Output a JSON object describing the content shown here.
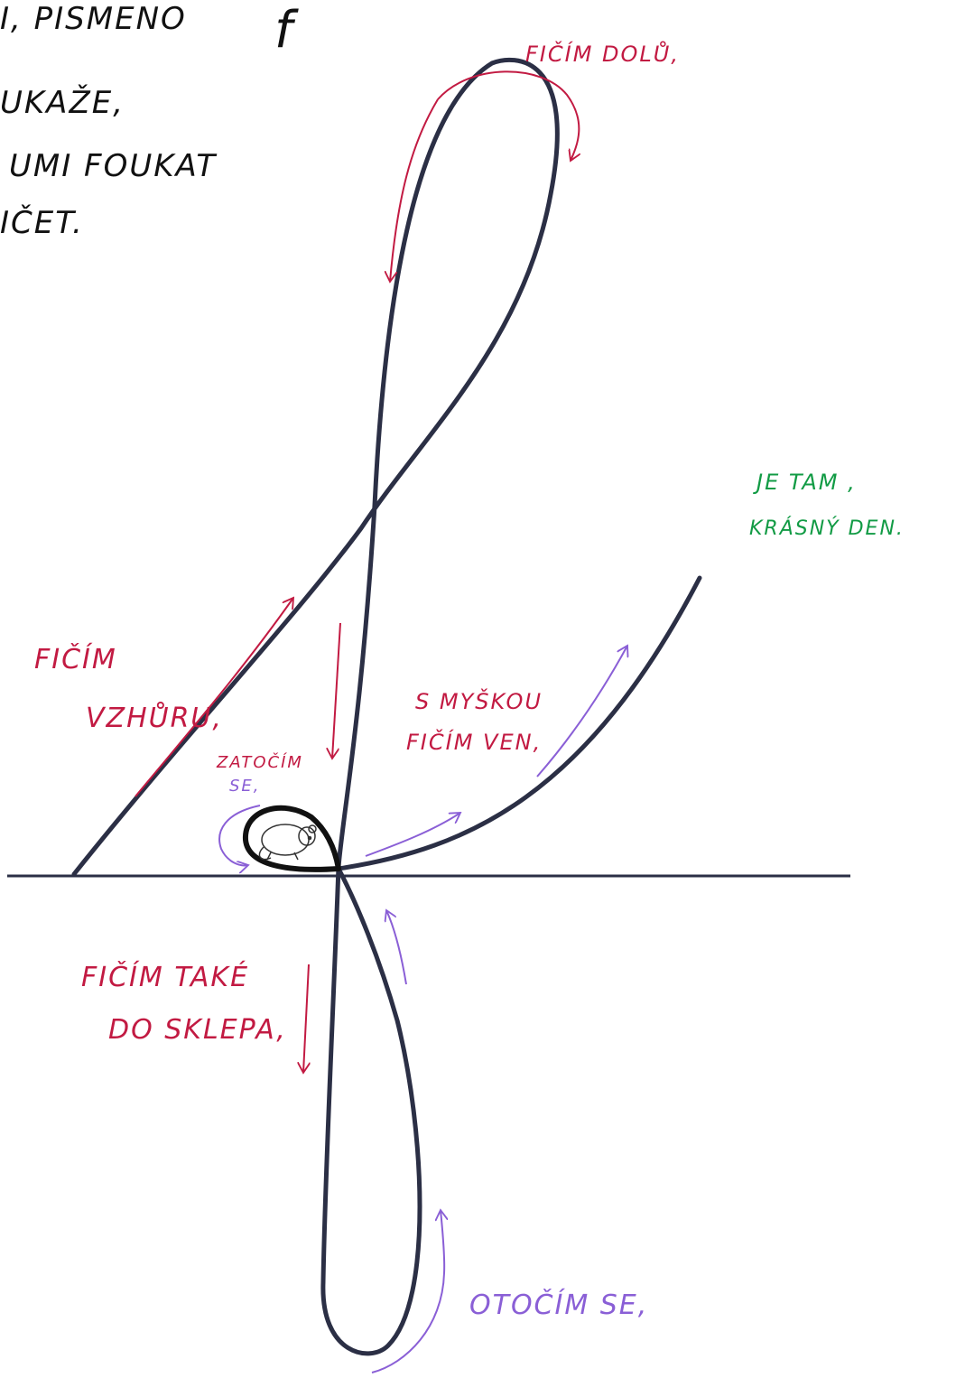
{
  "colors": {
    "ink": "#2b2f45",
    "red": "#c21a42",
    "purple": "#8a5fd6",
    "green": "#129b45",
    "black": "#111111"
  },
  "title_lines": [
    "I, PISMENO",
    "UKAŽE,",
    "UMI FOUKAT",
    "IČET."
  ],
  "letter_symbol": "f",
  "labels": {
    "ficim_dolu": "FIČÍM DOLŮ,",
    "ficim_vzhuru_1": "FIČÍM",
    "ficim_vzhuru_2": "VZHŮRU,",
    "zatocim_1": "ZATOČÍM",
    "zatocim_2": "SE,",
    "s_myskou_1": "S MYŠKOU",
    "s_myskou_2": "FIČÍM VEN,",
    "je_tam_1": "JE TAM ,",
    "je_tam_2": "KRÁSNÝ DEN.",
    "ficim_take_1": "FIČÍM TAKÉ",
    "ficim_take_2": "DO SKLEPA,",
    "otocim": "OTOČÍM SE,"
  }
}
